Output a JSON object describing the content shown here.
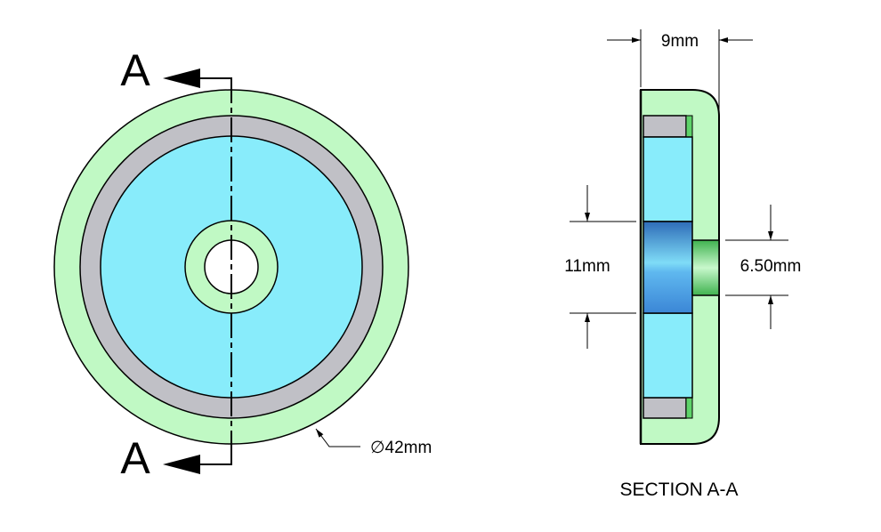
{
  "section_marker": "A",
  "section_marker_bottom": "A",
  "dimensions": {
    "diameter": "∅42mm",
    "thickness": "9mm",
    "counterbore": "11mm",
    "hole": "6.50mm"
  },
  "section_title": "SECTION A-A",
  "colors": {
    "cup": "#c0f9c4",
    "magnet": "#88ecfb",
    "ring": "#c0c0c6",
    "bore_dark": "#2f6fbf",
    "hole_green": "#5ed36a"
  }
}
